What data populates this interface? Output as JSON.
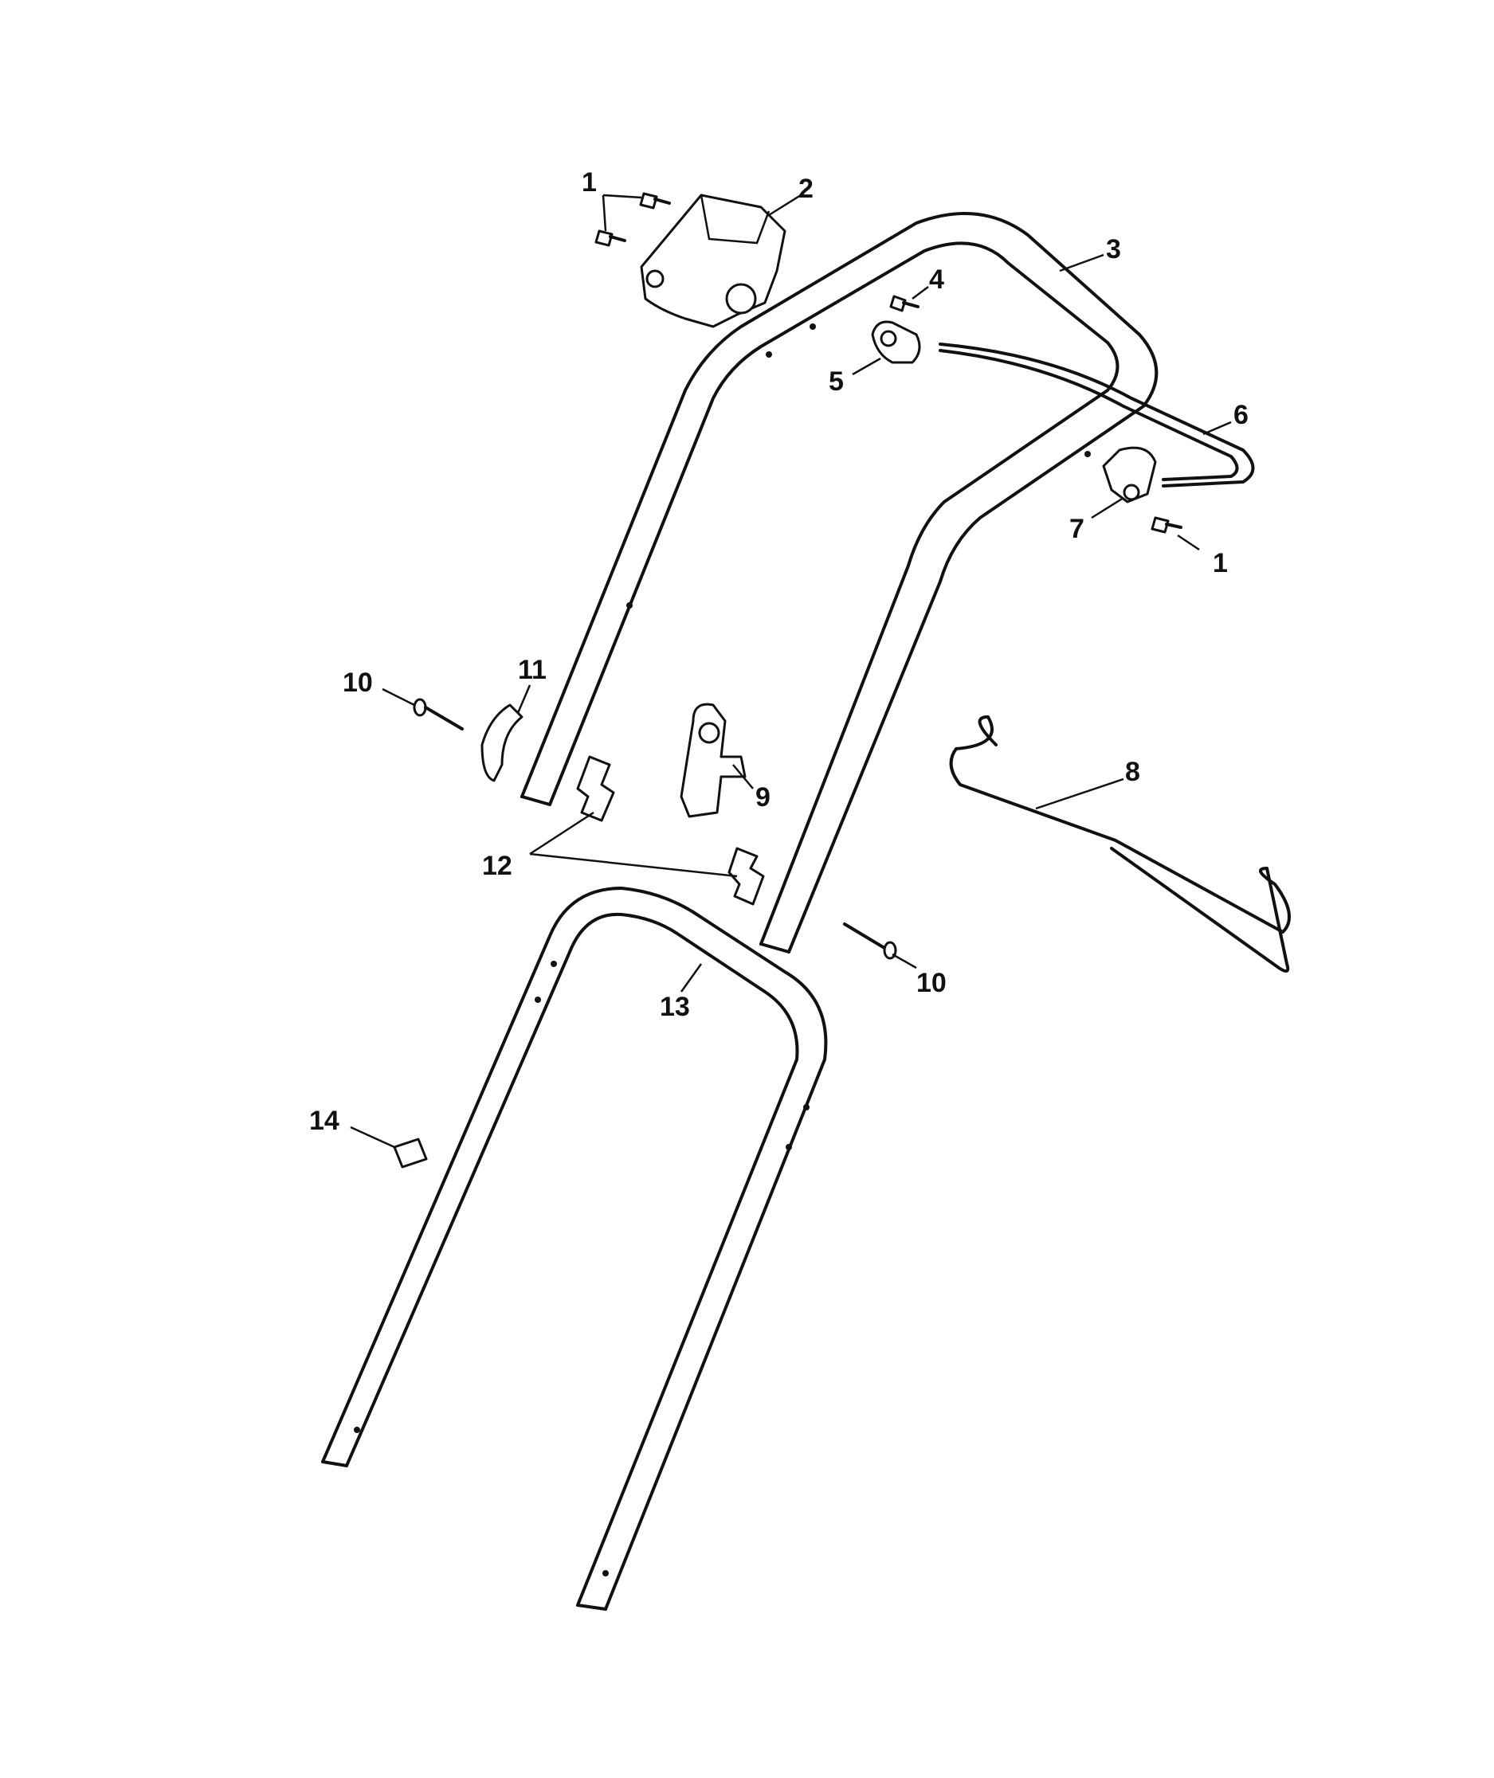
{
  "callouts": [
    {
      "id": "c1a",
      "label": "1"
    },
    {
      "id": "c2",
      "label": "2"
    },
    {
      "id": "c3",
      "label": "3"
    },
    {
      "id": "c4",
      "label": "4"
    },
    {
      "id": "c5",
      "label": "5"
    },
    {
      "id": "c6",
      "label": "6"
    },
    {
      "id": "c7",
      "label": "7"
    },
    {
      "id": "c1b",
      "label": "1"
    },
    {
      "id": "c8",
      "label": "8"
    },
    {
      "id": "c9",
      "label": "9"
    },
    {
      "id": "c10a",
      "label": "10"
    },
    {
      "id": "c11",
      "label": "11"
    },
    {
      "id": "c12",
      "label": "12"
    },
    {
      "id": "c10b",
      "label": "10"
    },
    {
      "id": "c13",
      "label": "13"
    },
    {
      "id": "c14",
      "label": "14"
    }
  ]
}
